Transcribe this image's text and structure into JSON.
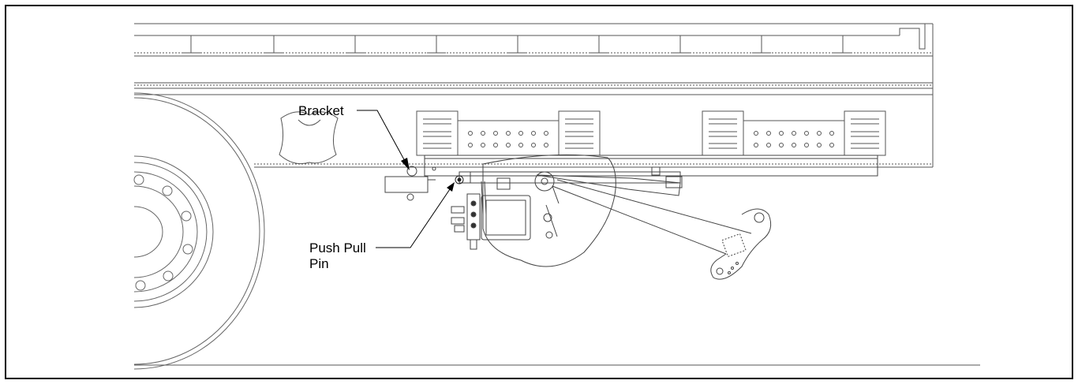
{
  "labels": {
    "bracket": "Bracket",
    "push_pull_line1": "Push Pull",
    "push_pull_line2": "Pin"
  }
}
